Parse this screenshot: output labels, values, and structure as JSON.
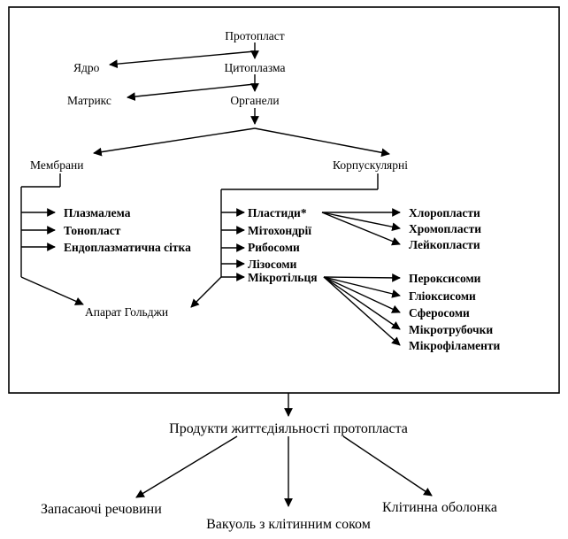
{
  "protoplast": "Протопласт",
  "nucleus": "Ядро",
  "cytoplasm": "Цитоплазма",
  "matrix": "Матрикс",
  "organelles": "Органели",
  "membrane": "Мембрани",
  "corpuscular": "Корпускулярні",
  "membrane_items": [
    "Плазмалема",
    "Тонопласт",
    "Ендоплазматична сітка"
  ],
  "corpuscular_items": [
    "Пластиди*",
    "Мітохондрії",
    "Рибосоми",
    "Лізосоми",
    "Мікротільця"
  ],
  "plastid_types": [
    "Хлоропласти",
    "Хромопласти",
    "Лейкопласти"
  ],
  "microbody_types": [
    "Пероксисоми",
    "Гліоксисоми",
    "Сферосоми",
    "Мікротрубочки",
    "Мікрофіламенти"
  ],
  "golgi": "Апарат Гольджи",
  "products": "Продукти життєдіяльності протопласта",
  "outputs": {
    "reserve": "Запасаючі речовини",
    "vacuole": "Вакуоль з клітинним соком",
    "wall": "Клітинна оболонка"
  }
}
